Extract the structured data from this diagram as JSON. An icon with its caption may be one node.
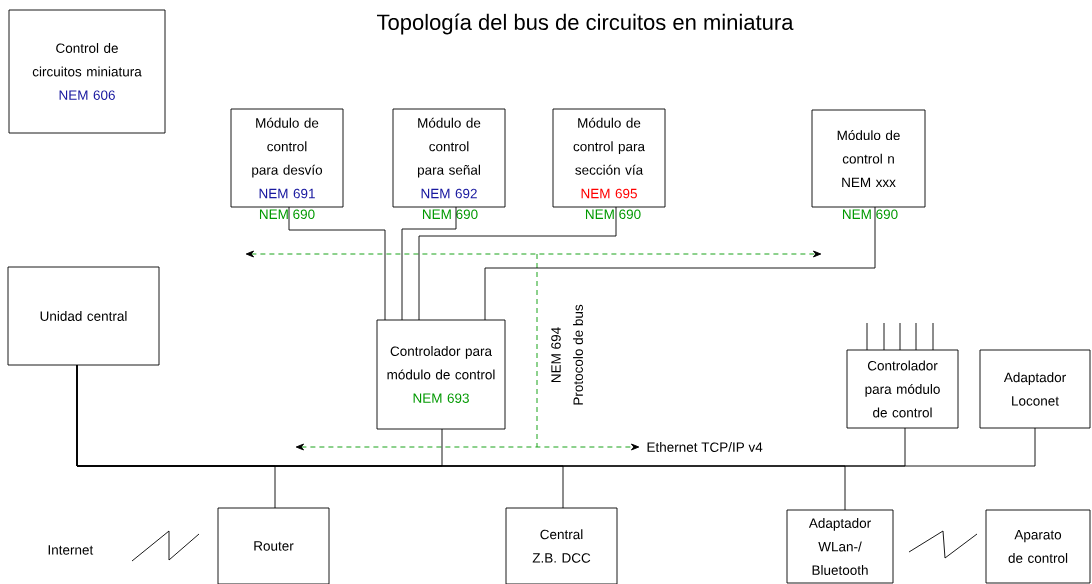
{
  "diagram": {
    "title": "Topología del bus de circuitos en miniatura",
    "nodes": [
      {
        "text": [
          "Control de circuitos miniatura",
          "NEM 606"
        ]
      },
      {
        "text": [
          "Módulo de control para desvío",
          "NEM 691"
        ],
        "beside": [
          "NEM 690"
        ]
      },
      {
        "text": [
          "Módulo de control para señal",
          "NEM 692"
        ],
        "beside": [
          "NEM 690"
        ]
      },
      {
        "text": [
          "Módulo de control para sección vía",
          "NEM 695"
        ],
        "beside": [
          "NEM 690"
        ]
      },
      {
        "text": [
          "Módulo de control n",
          "NEM xxx"
        ],
        "beside": [
          "NEM 690"
        ]
      },
      {
        "text": [
          "Unidad central"
        ]
      },
      {
        "text": [
          "Controlador para módulo de control",
          "NEM 693"
        ]
      },
      {
        "text": [
          "Controlador para módulo de control"
        ]
      },
      {
        "text": [
          "Adaptador Loconet"
        ]
      },
      {
        "text": [
          "Router"
        ]
      },
      {
        "text": [
          "Central Z.B. DCC"
        ]
      },
      {
        "text": [
          "Adaptador WLan-/ Bluetooth"
        ]
      },
      {
        "text": [
          "Aparato de control"
        ]
      }
    ],
    "edges": [
      {
        "from": 1,
        "to": 6,
        "arrow": "none"
      },
      {
        "from": 2,
        "to": 6,
        "arrow": "none"
      },
      {
        "from": 3,
        "to": 6,
        "arrow": "none"
      },
      {
        "from": 4,
        "to": 6,
        "arrow": "none"
      },
      {
        "from": 5,
        "to": 9,
        "arrow": "none"
      },
      {
        "from": 5,
        "to": 6,
        "arrow": "none"
      },
      {
        "from": 5,
        "to": 10,
        "arrow": "none"
      },
      {
        "from": 5,
        "to": 11,
        "arrow": "none"
      },
      {
        "from": 5,
        "to": 7,
        "arrow": "none"
      },
      {
        "from": 5,
        "to": 8,
        "arrow": "none"
      }
    ],
    "labels": [
      "Internet",
      "NEM 694",
      "Protocolo de bus",
      "Ethernet TCP/IP v4"
    ]
  }
}
